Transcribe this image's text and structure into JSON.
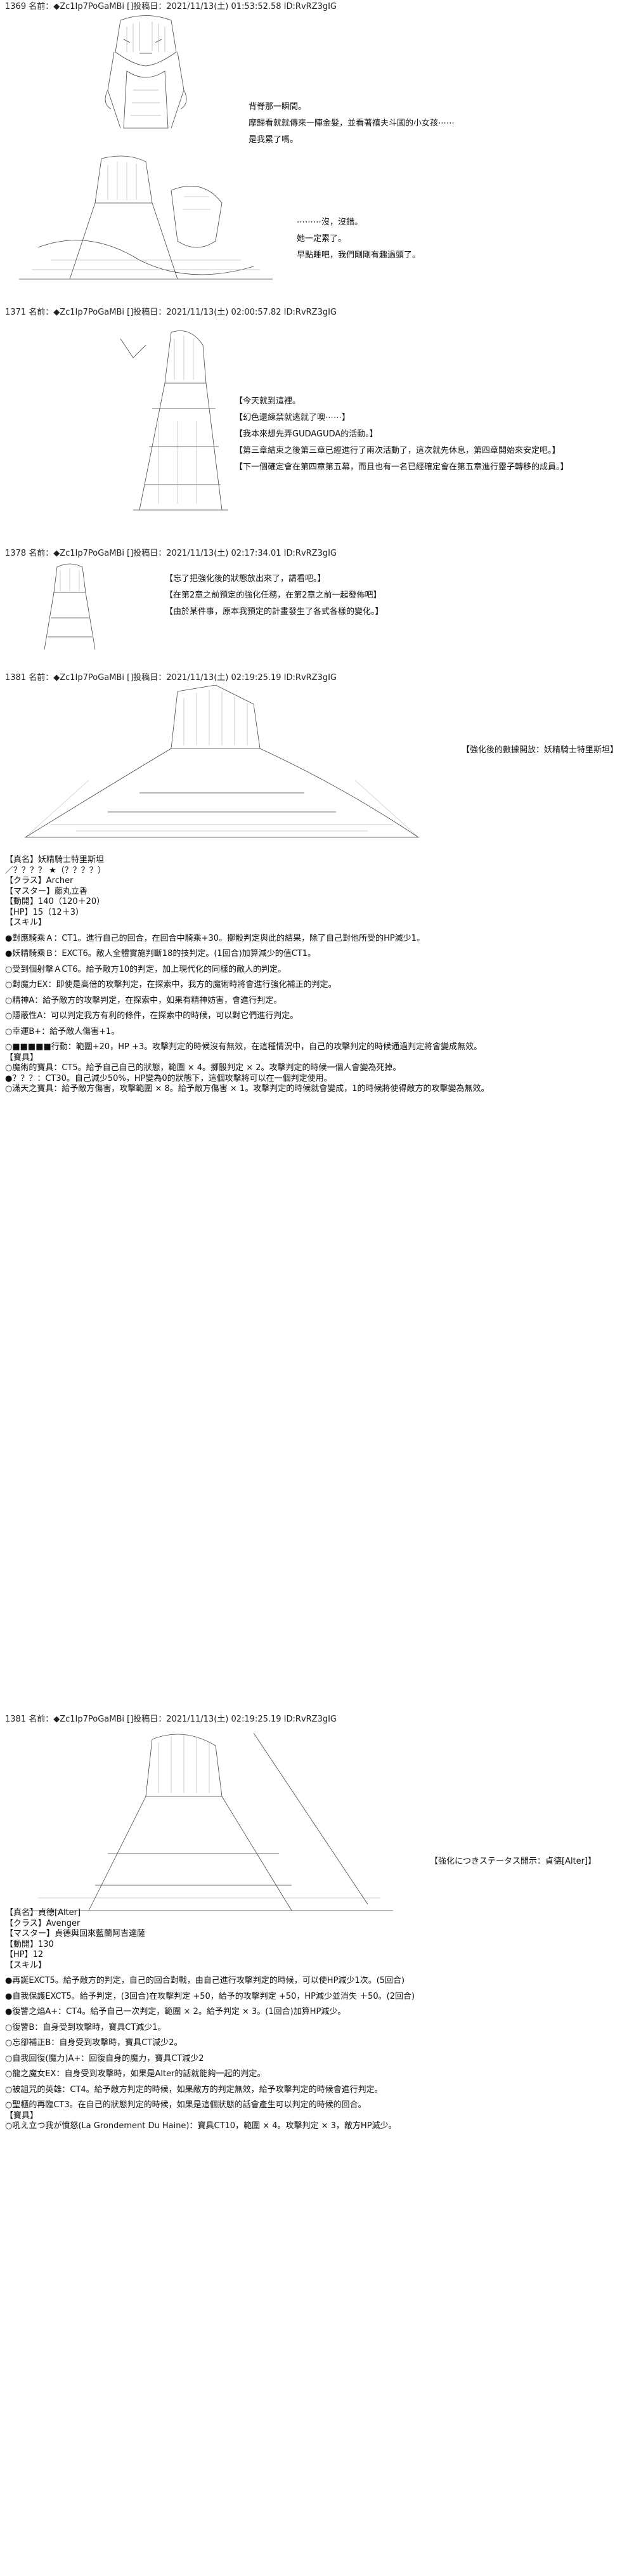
{
  "posts": [
    {
      "header": "1369 名前：◆Zc1Ip7PoGaMBi []投稿日：2021/11/13(土) 01:53:52.58 ID:RvRZ3gIG",
      "speech_a": [
        "背脊那一瞬間。",
        "摩歸看就就傳來一陣金髮，並看著禧夫斗國的小女孩⋯⋯",
        "是我累了嗎。"
      ],
      "speech_b": [
        "⋯⋯⋯沒，沒錯。",
        "她一定累了。",
        "早點睡吧，我們剛剛有趣過頭了。"
      ]
    },
    {
      "header": "1371 名前：◆Zc1Ip7PoGaMBi []投稿日：2021/11/13(土) 02:00:57.82 ID:RvRZ3gIG",
      "speech": [
        "【今天就到這裡。",
        "【幻色還練禁就逃就了噢⋯⋯】",
        "【我本來想先弄GUDAGUDA的活動。】",
        "【第三章結束之後第三章已經進行了兩次活動了，這次就先休息，第四章開始來安定吧。】",
        "【下一個確定會在第四章第五幕，而且也有一名已經確定會在第五章進行靈子轉移的成員。】"
      ]
    },
    {
      "header": "1378 名前：◆Zc1Ip7PoGaMBi []投稿日：2021/11/13(土) 02:17:34.01 ID:RvRZ3gIG",
      "speech": [
        "【忘了把強化後的狀態放出來了，請看吧。】",
        "【在第2章之前預定的強化任務，在第2章之前一起發佈吧】",
        "【由於某件事，原本我預定的計畫發生了各式各樣的變化。】"
      ]
    },
    {
      "header": "1381 名前：◆Zc1Ip7PoGaMBi []投稿日：2021/11/13(土) 02:19:25.19 ID:RvRZ3gIG",
      "caption": "【強化後的數據開放：妖精騎士特里斯坦】",
      "stats": [
        "【真名】妖精騎士特里斯坦",
        "／？？？？ ★（？？？？）",
        "【クラス】Archer",
        "【マスター】藤丸立香",
        "【動開】140（120＋20）",
        "【HP】15（12＋3）",
        "【スキル】",
        "",
        "●對應騎乘Ａ：CT1。進行自己的回合，在回合中騎乘+30。擲骰判定與此的結果，除了自己對他所受的HP減少1。",
        "",
        "●妖精騎乘Ｂ：EXCT6。敵人全體實施判斷18的技判定。(1回合)加算減少的值CT1。",
        "",
        "○受到個射擊ＡCT6。給予敵方10的判定，加上現代化的同樣的敵人的判定。",
        "",
        "○對魔力EX：即使是高倍的攻擊判定，在探索中，我方的魔術時將會進行強化補正的判定。",
        "",
        "○精神A：給予敵方的攻擊判定，在探索中，如果有精神妨害，會進行判定。",
        "",
        "○隱蔽性A：可以判定我方有利的條件，在探索中的時候，可以對它們進行判定。",
        "",
        "○幸運B+：給予敵人傷害+1。",
        "",
        "○■■■■■行動：範圍+20，HP +3。攻擊判定的時候沒有無效，在這種情況中，自己的攻擊判定的時候通過判定將會變成無效。",
        "【寶具】",
        "○魔術的寶具：CT5。給予自己自己的狀態，範圍 × 4。擲骰判定 × 2。攻擊判定的時候一個人會變為死掉。",
        "●？？？：CT30。自己減少50%，HP變為0的狀態下，這個攻擊將可以在一個判定使用。",
        "○滿天之寶具：給予敵方傷害，攻擊範圍 × 8。給予敵方傷害 × 1。攻擊判定的時候就會變成，1的時候將使得敵方的攻擊變為無效。"
      ]
    },
    {
      "header": "1381 名前：◆Zc1Ip7PoGaMBi []投稿日：2021/11/13(土) 02:19:25.19 ID:RvRZ3gIG",
      "caption": "【強化につきステータス開示：貞德[Alter]】",
      "stats": [
        "【真名】貞德[Alter]",
        "【クラス】Avenger",
        "【マスター】貞德與回來藍蘭阿吉達薩",
        "【動開】130",
        "【HP】12",
        "【スキル】",
        "",
        "●再誕EXCT5。給予敵方的判定，自己的回合對戰，由自己進行攻擊判定的時候，可以使HP減少1次。(5回合)",
        "",
        "●自我保護EXCT5。給予判定，(3回合)在攻擊判定 +50，給予的攻擊判定 +50，HP減少並消失 ＋50。(2回合)",
        "",
        "●復讐之焰A+：CT4。給予自己一次判定，範圍 × 2。給予判定 × 3。(1回合)加算HP減少。",
        "",
        "○復讐B：自身受到攻擊時，寶具CT減少1。",
        "",
        "○忘卻補正B：自身受到攻擊時，寶具CT減少2。",
        "",
        "○自我回復(魔力)A+：回復自身的魔力，寶具CT減少2",
        "",
        "○龍之魔女EX：自身受到攻擊時，如果是Alter的話就能夠一起的判定。",
        "",
        "○被詛咒的英雄：CT4。給予敵方判定的時候，如果敵方的判定無效，給予攻擊判定的時候會進行判定。",
        "",
        "○聖櫃的再臨CT3。在自己的狀態判定的時候，如果是這個狀態的話會產生可以判定的時候的回合。",
        "【寶具】",
        "○吼え立つ我が憤怒(La Grondement Du Haine)：寶具CT10，範圍 × 4。攻擊判定 × 3，敵方HP減少。"
      ]
    }
  ]
}
